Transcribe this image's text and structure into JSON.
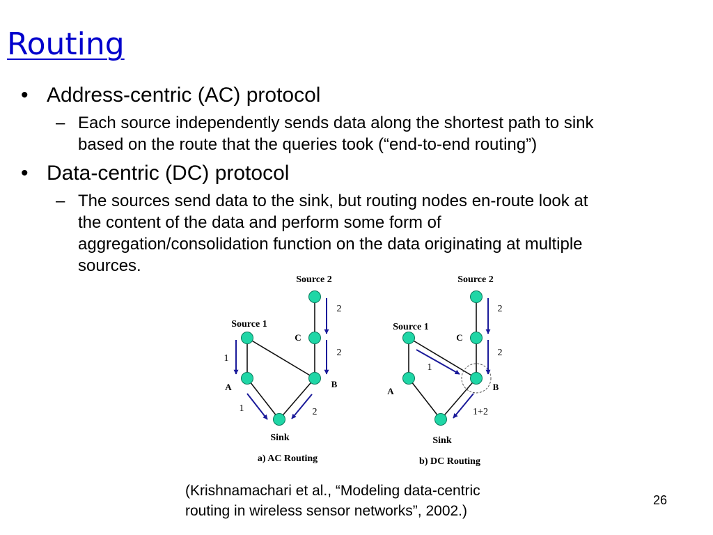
{
  "slide": {
    "title": "Routing",
    "page_number": "26"
  },
  "bullets": [
    {
      "text": "Address-centric (AC) protocol",
      "sub": [
        "Each source independently sends data along the shortest path to sink",
        "based on the route that the queries took (“end-to-end routing”)"
      ]
    },
    {
      "text": "Data-centric (DC) protocol",
      "sub": [
        "The sources send data to the sink, but routing nodes en-route look at",
        "the content of the data and perform some form of",
        "aggregation/consolidation function on the data originating at multiple",
        "sources."
      ]
    }
  ],
  "bullet_marks": {
    "level1": "•",
    "level2": "–"
  },
  "diagram": {
    "ac": {
      "caption": "a) AC Routing",
      "labels": {
        "source2": "Source 2",
        "source1": "Source 1",
        "c": "C",
        "a": "A",
        "b": "B",
        "sink": "Sink",
        "e_s2c": "2",
        "e_cb": "2",
        "e_s1a": "1",
        "e_asink": "1",
        "e_bsink": "2"
      }
    },
    "dc": {
      "caption": "b) DC Routing",
      "labels": {
        "source2": "Source 2",
        "source1": "Source 1",
        "c": "C",
        "a": "A",
        "b": "B",
        "sink": "Sink",
        "e_s2c": "2",
        "e_cb": "2",
        "e_s1b": "1",
        "e_bsink": "1+2"
      }
    },
    "colors": {
      "node": "#1fd6a6",
      "node_stroke": "#0a7a5c",
      "arrow": "#1a1a9a",
      "edge": "#111111"
    }
  },
  "citation": [
    "(Krishnamachari et al., “Modeling data-centric",
    "routing in wireless sensor networks”, 2002.)"
  ]
}
